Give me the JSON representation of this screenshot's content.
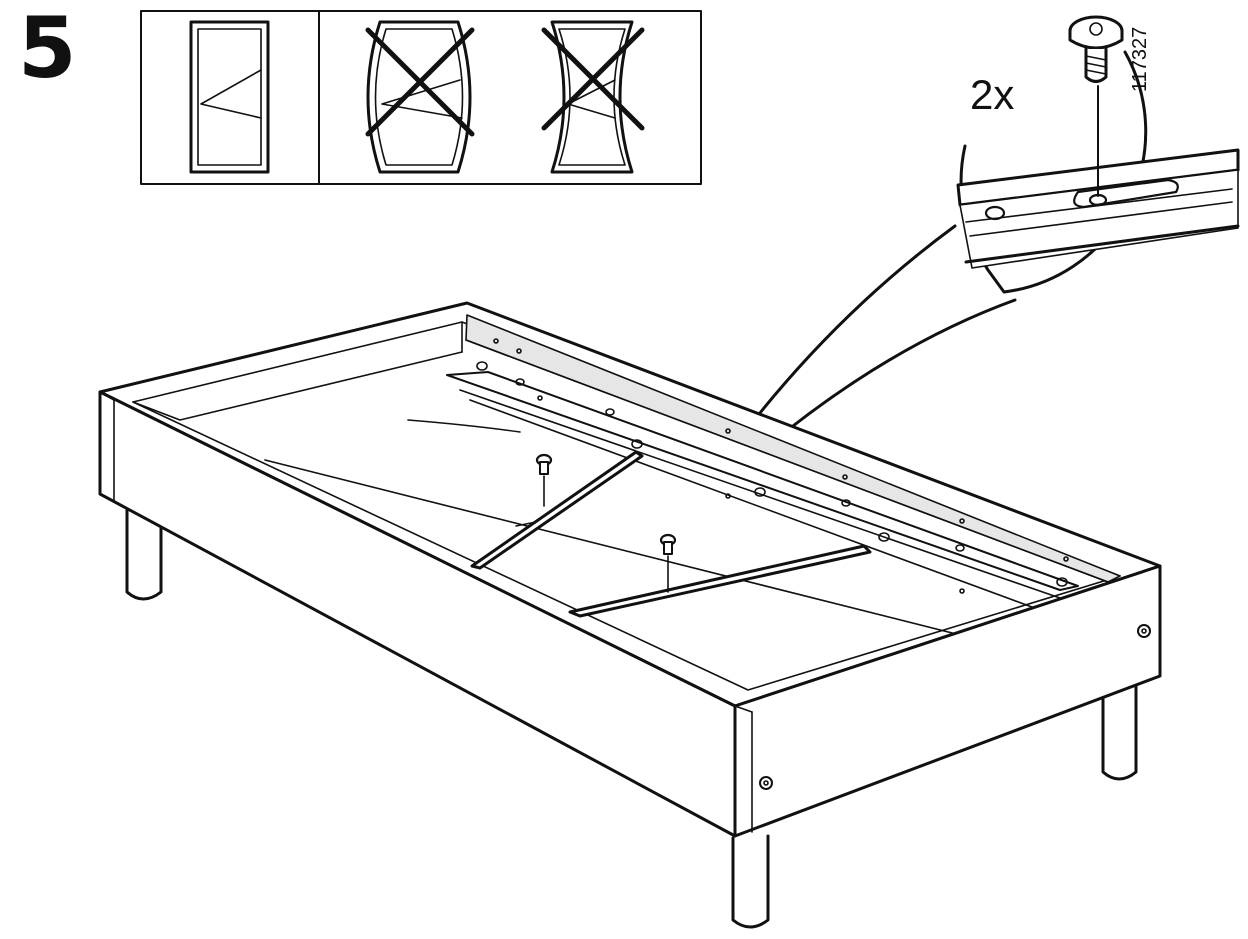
{
  "step": {
    "number": "5"
  },
  "legend": {
    "panels": [
      {
        "name": "square-frame",
        "status": "correct",
        "icon": "rectangle-frame-icon"
      },
      {
        "name": "bulging-frame",
        "status": "incorrect",
        "icon": "crossed-out-bulging-frame-icon"
      },
      {
        "name": "pinched-frame",
        "status": "incorrect",
        "icon": "crossed-out-pinched-frame-icon"
      }
    ]
  },
  "callout": {
    "quantity": "2x",
    "part_number": "117327",
    "part_icon": "screw-icon"
  },
  "colors": {
    "line": "#111111",
    "background": "#ffffff"
  }
}
